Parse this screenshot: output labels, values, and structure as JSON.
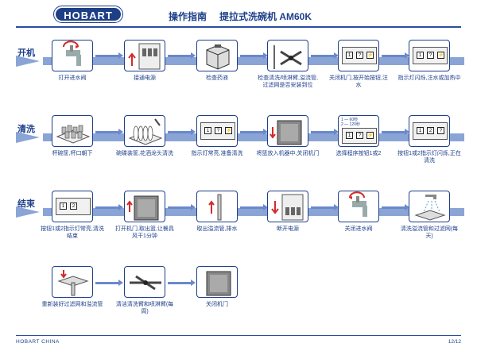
{
  "header": {
    "logo": "HOBART",
    "title": "操作指南",
    "model": "提拉式洗碗机 AM60K"
  },
  "rows": [
    {
      "label": "开机",
      "steps": [
        {
          "caption": "打开进水阀",
          "icon": "faucet-icon"
        },
        {
          "caption": "接通电源",
          "icon": "breaker-icon"
        },
        {
          "caption": "检查药液",
          "icon": "detergent-icon"
        },
        {
          "caption": "检查清洗/喷淋臂,溢流管,过滤网是否安装到位",
          "icon": "wash-arm-icon"
        },
        {
          "caption": "关闭机门,按开始按钮,注水",
          "icon": "panel-icon"
        },
        {
          "caption": "指示灯闪烁,注水或加热中",
          "icon": "panel-flash-icon"
        }
      ]
    },
    {
      "label": "清洗",
      "steps": [
        {
          "caption": "杯碗筐,杯口朝下",
          "icon": "cup-rack-icon"
        },
        {
          "caption": "碗碟装筐,花洒龙头清洗",
          "icon": "plate-rack-icon"
        },
        {
          "caption": "指示灯常亮,准备清洗",
          "icon": "panel-ready-icon"
        },
        {
          "caption": "将篮放入机器中,关闭机门",
          "icon": "machine-icon"
        },
        {
          "caption": "选择程序按钮1或2",
          "icon": "program-icon",
          "programs": [
            "1 — 60秒",
            "2 — 120秒"
          ]
        },
        {
          "caption": "按钮1或2指示灯闪烁,正在清洗",
          "icon": "panel-running-icon"
        }
      ]
    },
    {
      "label": "结束",
      "steps": [
        {
          "caption": "按钮1或2指示灯常亮,清洗结束",
          "icon": "panel-done-icon"
        },
        {
          "caption": "打开机门,取出篮,让餐具风干1分钟",
          "icon": "machine-open-icon"
        },
        {
          "caption": "取出溢流管,排水",
          "icon": "overflow-pipe-icon"
        },
        {
          "caption": "断开电源",
          "icon": "breaker-off-icon"
        },
        {
          "caption": "关闭进水阀",
          "icon": "faucet-close-icon"
        },
        {
          "caption": "清洗溢流管和过滤网(每天)",
          "icon": "clean-filter-icon"
        }
      ]
    },
    {
      "label": "",
      "steps": [
        {
          "caption": "重新装好过滤网和溢流管",
          "icon": "filter-install-icon"
        },
        {
          "caption": "清洁清洗臂和喷淋臂(每周)",
          "icon": "arm-clean-icon"
        },
        {
          "caption": "关闭机门",
          "icon": "machine-closed-icon"
        }
      ]
    }
  ],
  "panel_keys": [
    "1",
    "2",
    "?"
  ],
  "footer": {
    "left": "HOBART CHINA",
    "right": "12/12"
  },
  "colors": {
    "brand": "#1d3f86",
    "accent": "#d32a2a",
    "band": "#8aa4d6"
  }
}
